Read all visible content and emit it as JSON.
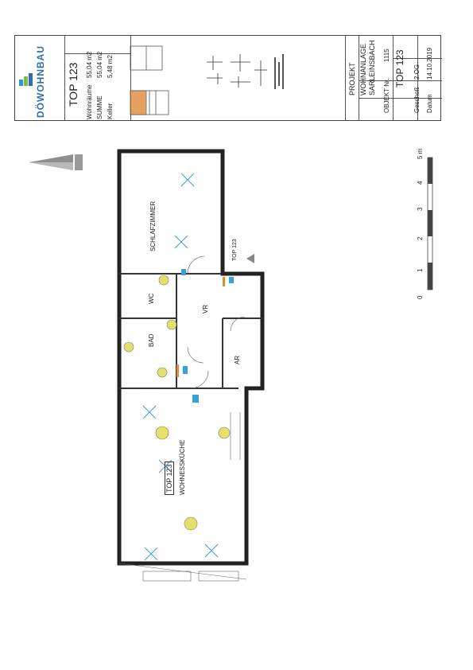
{
  "brand": {
    "name": "DÖWOHNBAU"
  },
  "apartment": {
    "title": "TOP 123",
    "rows": [
      {
        "label": "Wohnräume",
        "value": "55,04 m2"
      },
      {
        "label": "SUMME",
        "value": "55,04 m2"
      },
      {
        "label": "Keller",
        "value": "5,48 m2"
      }
    ]
  },
  "project": {
    "header": "PROJEKT",
    "name_line1": "WOHNANLAGE",
    "name_line2": "SARLEINSBACH",
    "objekt_label": "OBJEKT Nr.",
    "objekt_value": "1115",
    "top_label": "TOP 123",
    "geschoss_label": "Geschoß",
    "geschoss_value": "2.OG",
    "datum_label": "Datum",
    "datum_value": "14.10.2019"
  },
  "plan": {
    "unit_label": "TOP 123",
    "unit_label_small": "TOP 123",
    "rooms": [
      {
        "name": "SCHLAFZIMMER"
      },
      {
        "name": "WC"
      },
      {
        "name": "BAD"
      },
      {
        "name": "VR"
      },
      {
        "name": "AR"
      },
      {
        "name": "WOHNESSKÜCHE"
      }
    ]
  },
  "scale": {
    "ticks": [
      "0",
      "1",
      "2",
      "3",
      "4",
      "5 m"
    ]
  },
  "colors": {
    "brand_blue": "#2f6fb0",
    "fixture_yellow": "#e4e06a",
    "light_blue": "#3aa0d8",
    "orange": "#e08a3a"
  }
}
